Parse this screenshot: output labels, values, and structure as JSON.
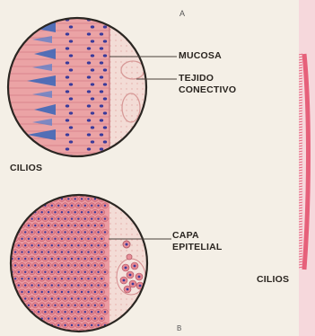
{
  "figure": {
    "panel_a": {
      "letter": "A"
    },
    "panel_b": {
      "letter": "B"
    },
    "labels": {
      "mucosa": "MUCOSA",
      "tejido_conectivo_line1": "TEJIDO",
      "tejido_conectivo_line2": "CONECTIVO",
      "capa_epitelial_line1": "CAPA",
      "capa_epitelial_line2": "EPITELIAL",
      "cilios_left": "CILIOS",
      "cilios_right": "CILIOS"
    },
    "colors": {
      "background": "#f4efe6",
      "epithelium": "#e8909a",
      "nucleus": "#3a3a9a",
      "connective": "#f3dcd6",
      "cilia_edge": "#e6607a"
    }
  }
}
